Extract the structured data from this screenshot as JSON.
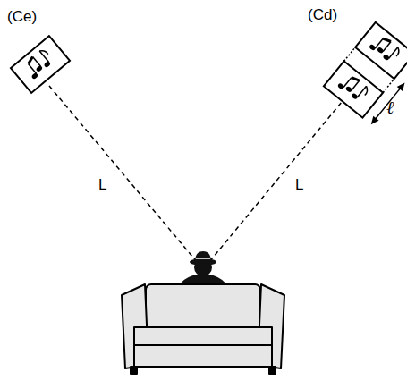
{
  "diagram": {
    "labels": [
      "(Ce)",
      "(Cd)",
      "L",
      "L",
      "ℓ"
    ]
  }
}
